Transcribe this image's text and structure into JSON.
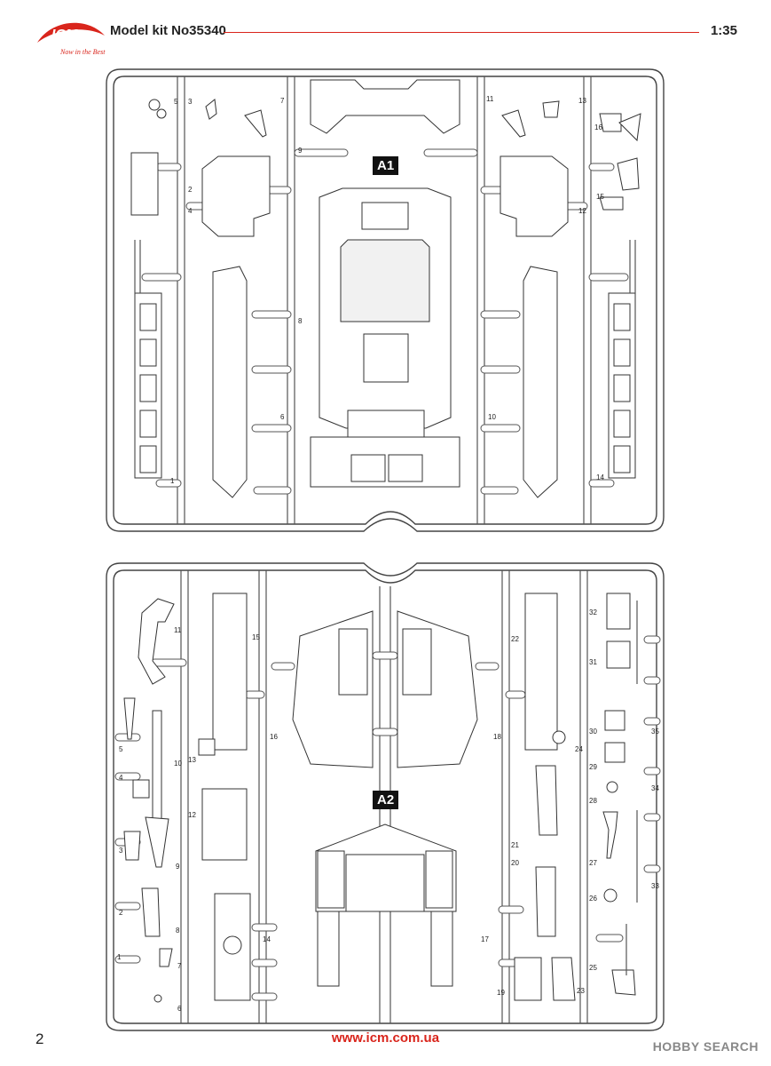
{
  "header": {
    "brand": "ICM",
    "slogan": "Now in the Best",
    "model_title": "Model kit No35340",
    "scale": "1:35"
  },
  "sprues": {
    "a1_label": "A1",
    "a2_label": "A2",
    "a1_parts": [
      "1",
      "2",
      "3",
      "4",
      "5",
      "6",
      "7",
      "8",
      "9",
      "10",
      "11",
      "12",
      "13",
      "14",
      "15",
      "16"
    ],
    "a2_parts": [
      "1",
      "2",
      "3",
      "4",
      "5",
      "6",
      "7",
      "8",
      "9",
      "10",
      "11",
      "12",
      "13",
      "14",
      "15",
      "16",
      "17",
      "18",
      "19",
      "20",
      "21",
      "22",
      "23",
      "24",
      "25",
      "26",
      "27",
      "28",
      "29",
      "30",
      "31",
      "32",
      "33",
      "34",
      "35"
    ]
  },
  "footer": {
    "page_number": "2",
    "website": "www.icm.com.ua",
    "watermark": "HOBBY SEARCH"
  },
  "colors": {
    "brand_red": "#d9251c",
    "line": "#444444"
  }
}
